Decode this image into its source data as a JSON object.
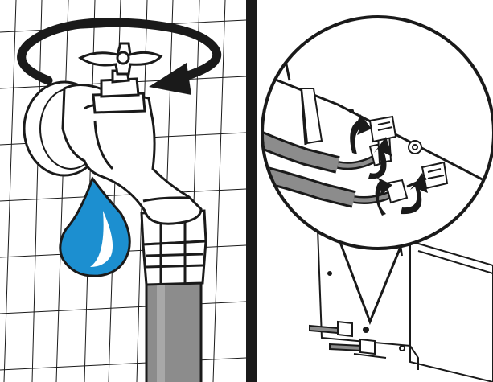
{
  "panels": [
    {
      "id": "left",
      "content": "tap-illustration"
    },
    {
      "id": "right",
      "content": "hose-connection-illustration"
    }
  ],
  "icons": {
    "rotation": "rotate-arrow-icon",
    "water": "water-drop-icon",
    "tighten": "tighten-arrow-icon"
  },
  "colors": {
    "line": "#1a1a1a",
    "fill": "#ffffff",
    "hose": "#8c8c8c",
    "hose_dark": "#6e6e6e",
    "water": "#1c8fd0",
    "water_highlight": "#ffffff",
    "divider": "#1a1a1a"
  }
}
